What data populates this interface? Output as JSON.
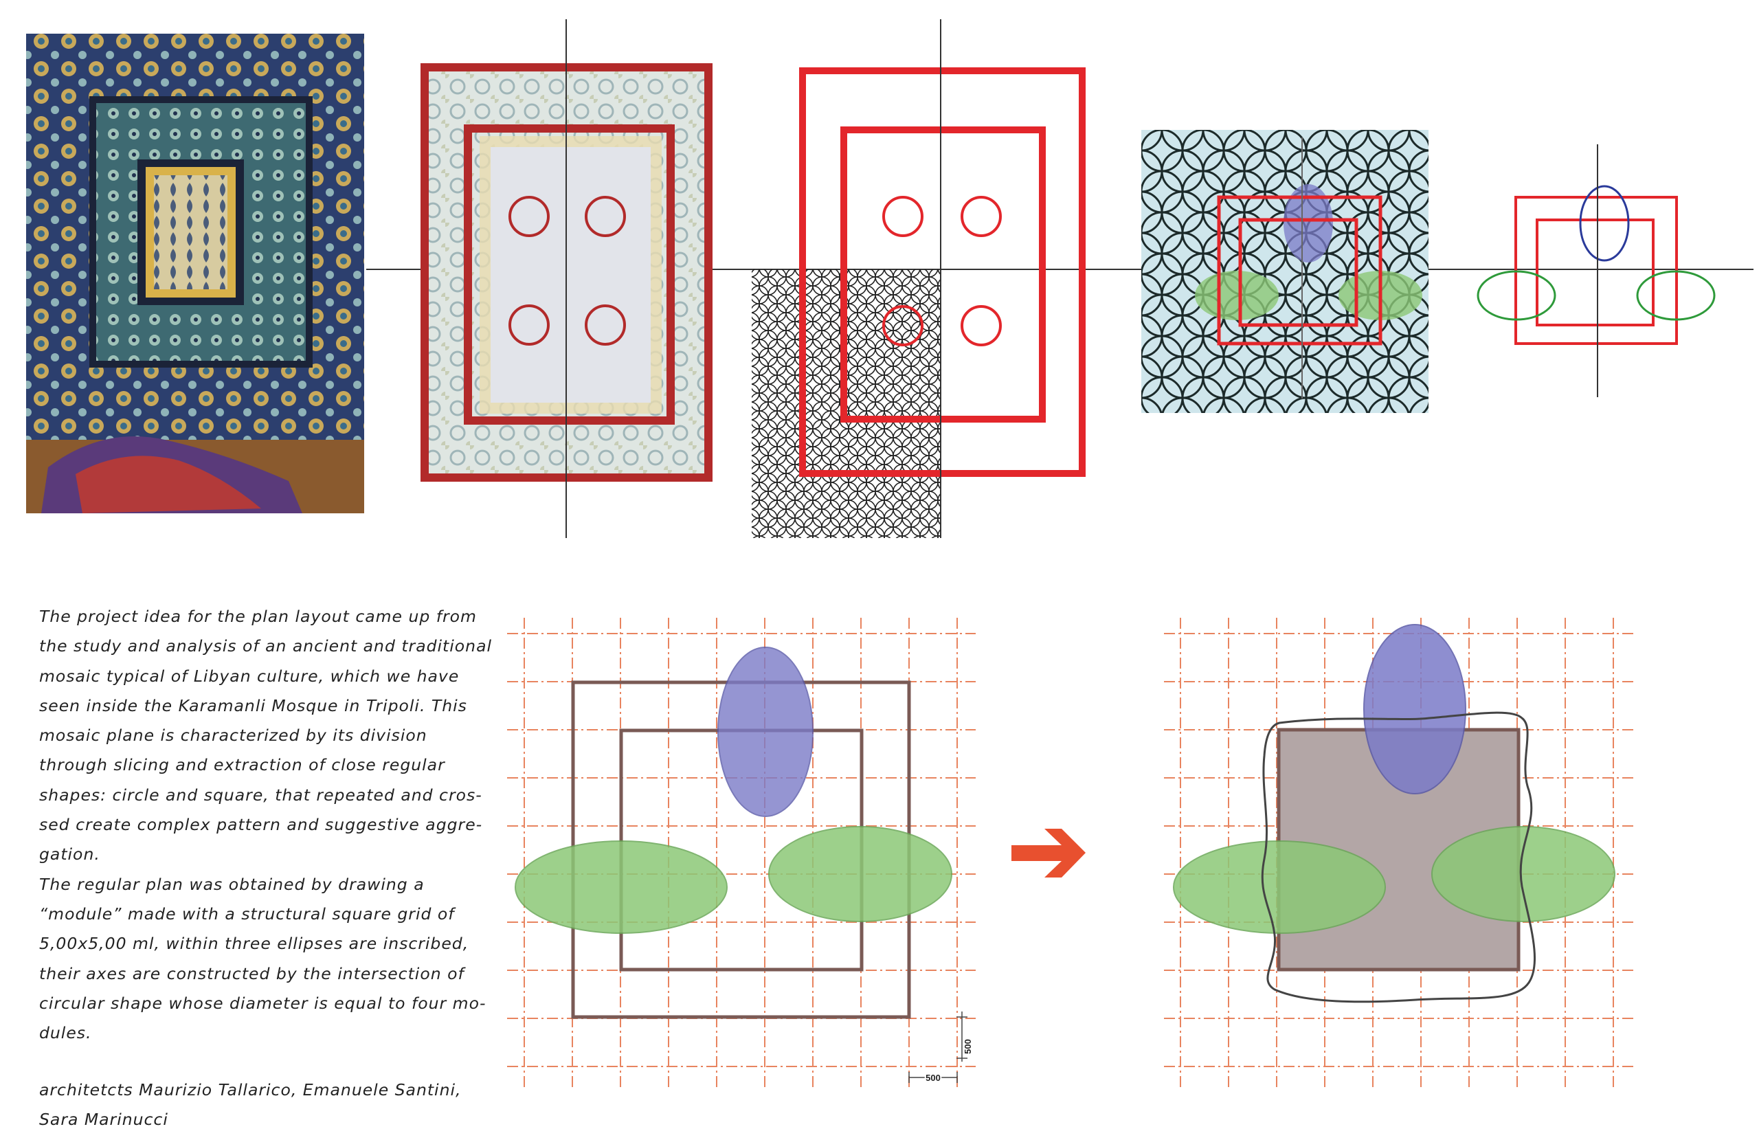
{
  "description": {
    "lines": [
      "The project idea for the plan layout came up from",
      "the study and analysis of an ancient and traditional",
      "mosaic typical of Libyan culture, which we have",
      "seen inside the Karamanli Mosque in Tripoli. This",
      "mosaic plane is characterized by its division",
      "through slicing and extraction of close regular",
      "shapes: circle and square, that repeated and cros-",
      "sed create complex pattern and suggestive aggre-",
      "gation.",
      "The regular plan was obtained by drawing a",
      "“module” made with a structural square grid of",
      "5,00x5,00 ml, within three ellipses are inscribed,",
      "their axes are constructed by the intersection of",
      "circular shape whose diameter is equal to four mo-",
      "dules."
    ]
  },
  "credits": {
    "lines": [
      "architetcts Maurizio Tallarico, Emanuele Santini,",
      "Sara Marinucci"
    ]
  },
  "plan": {
    "dim_horizontal": "500",
    "dim_vertical": "500"
  },
  "colors": {
    "red": "#e3262b",
    "green": "#8cc877",
    "blue": "#7b7bc8",
    "frame": "#7a5a55",
    "grid": "#e8845f",
    "arrow": "#e8502f"
  }
}
